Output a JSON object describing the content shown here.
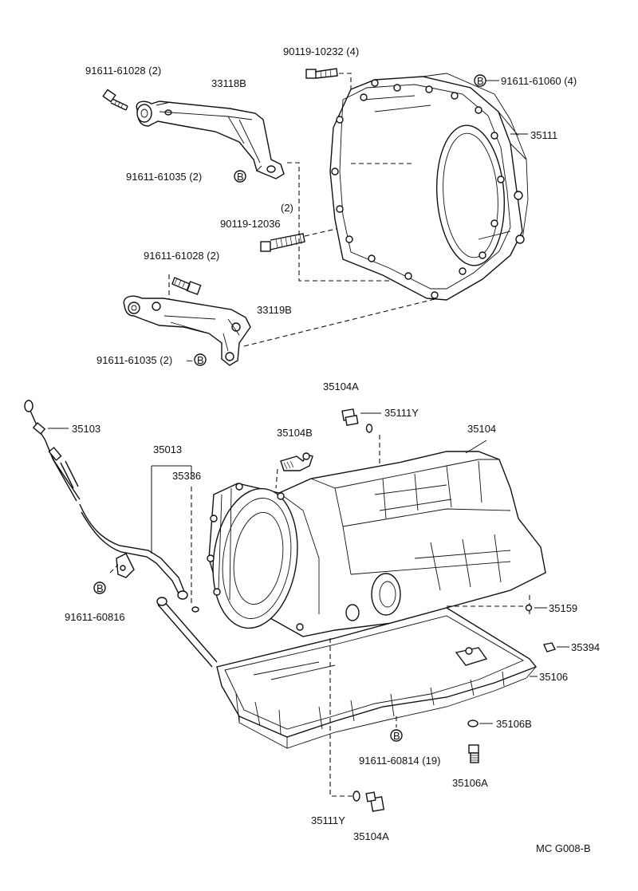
{
  "diagram": {
    "part_labels": {
      "p_91611_61028_top": "91611-61028 (2)",
      "p_33118b": "33118B",
      "p_91611_61035_top": "91611-61035 (2)",
      "p_90119_10232": "90119-10232 (4)",
      "p_91611_61060": "91611-61060 (4)",
      "p_35111": "35111",
      "p_qty_2": "(2)",
      "p_90119_12036": "90119-12036",
      "p_91611_61028_mid": "91611-61028 (2)",
      "p_33119b": "33119B",
      "p_91611_61035_bot": "91611-61035 (2)",
      "p_35104a_top": "35104A",
      "p_35111y_top": "35111Y",
      "p_35103": "35103",
      "p_35104b": "35104B",
      "p_35104": "35104",
      "p_35013": "35013",
      "p_35336": "35336",
      "p_91611_60816": "91611-60816",
      "p_35159": "35159",
      "p_35394": "35394",
      "p_35106": "35106",
      "p_35106b": "35106B",
      "p_91611_60814": "91611-60814 (19)",
      "p_35106a": "35106A",
      "p_35111y_bot": "35111Y",
      "p_35104a_bot": "35104A"
    },
    "marker_letter": "B",
    "drawing_code": "MC  G008-B"
  }
}
